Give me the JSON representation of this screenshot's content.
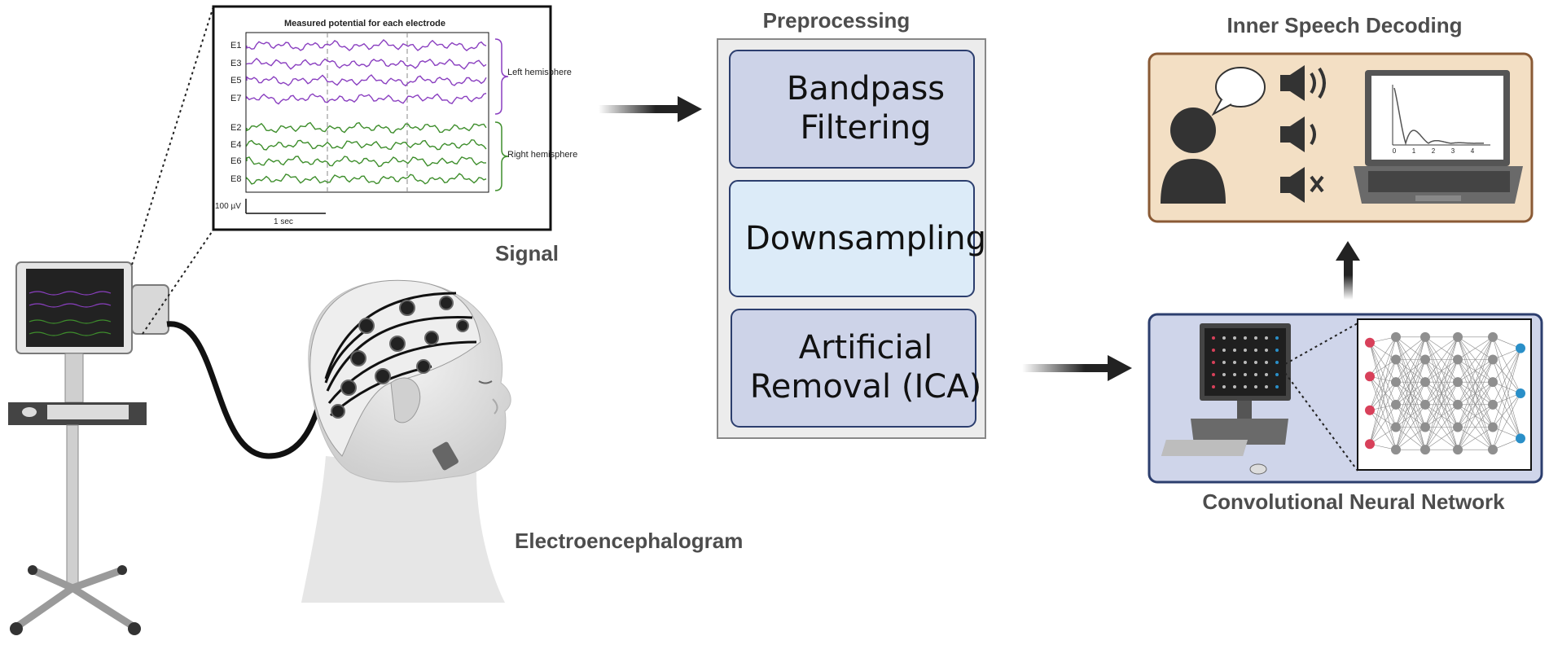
{
  "signal_panel": {
    "title": "Measured potential for each electrode",
    "left_electrodes": [
      "E1",
      "E3",
      "E5",
      "E7"
    ],
    "right_electrodes": [
      "E2",
      "E4",
      "E6",
      "E8"
    ],
    "left_label": "Left hemisphere",
    "right_label": "Right hemisphere",
    "scale_amplitude": "100 µV",
    "scale_time": "1 sec",
    "left_color": "#8a3fc0",
    "right_color": "#3e8e2c"
  },
  "labels": {
    "signal": "Signal",
    "eeg": "Electroencephalogram",
    "preprocessing": "Preprocessing",
    "inner_speech": "Inner Speech Decoding",
    "cnn": "Convolutional Neural Network"
  },
  "preprocessing_steps": [
    {
      "line1": "Bandpass",
      "line2": "Filtering"
    },
    {
      "line1": "Downsampling",
      "line2": ""
    },
    {
      "line1": "Artificial",
      "line2": "Removal (ICA)"
    }
  ],
  "decoding_plot": {
    "x_ticks": [
      "0",
      "1",
      "2",
      "3",
      "4"
    ]
  },
  "colors": {
    "step_box": "#cdd3e8",
    "step_box_light": "#dcebf8",
    "decoding_panel": "#f3dfc4",
    "decoding_border": "#8a5a35",
    "cnn_panel": "#cfd5ea",
    "cnn_border": "#2c3e6e",
    "input_node": "#d8405a",
    "output_node": "#2a8fc8"
  }
}
